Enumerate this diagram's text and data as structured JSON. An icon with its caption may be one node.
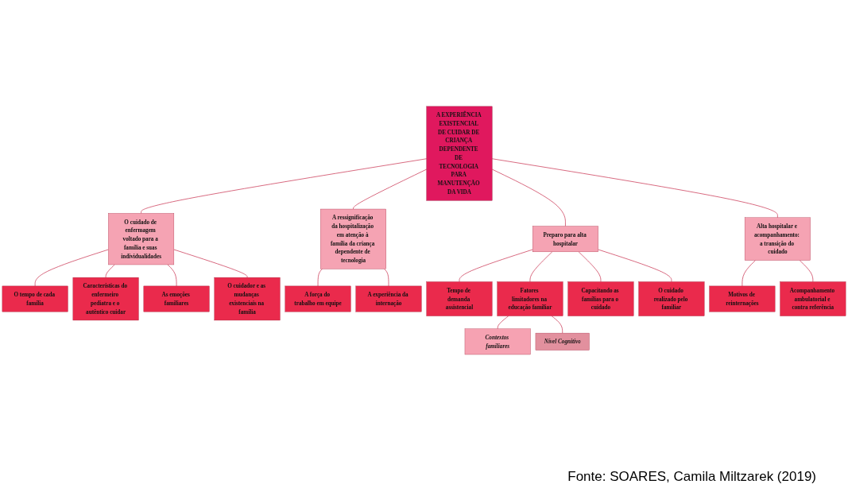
{
  "diagram": {
    "caption": "Fonte: SOARES, Camila Miltzarek (2019)",
    "nodes": [
      {
        "text": [
          "A EXPERIÊNCIA EXISTENCIAL DE CUIDAR DE CRIANÇA DEPENDENTE DE TECNOLOGIA PARA MANUTENÇÃO DA VIDA"
        ]
      },
      {
        "text": [
          "O cuidado de enfermagem voltado para a família e suas individualidades"
        ]
      },
      {
        "text": [
          "O tempo de cada família"
        ]
      },
      {
        "text": [
          "Características do enfermeiro pediatra e o autêntico cuidar"
        ]
      },
      {
        "text": [
          "As emoções familiares"
        ]
      },
      {
        "text": [
          "O cuidador e as mudanças existenciais na família"
        ]
      },
      {
        "text": [
          "A ressignificação da hospitalização em atenção à família da criança dependente de tecnologia"
        ]
      },
      {
        "text": [
          "A força do trabalho em equipe"
        ]
      },
      {
        "text": [
          "A experiência da internação"
        ]
      },
      {
        "text": [
          "Preparo para alta hospitalar"
        ]
      },
      {
        "text": [
          "Tempo de demanda assistencial"
        ]
      },
      {
        "text": [
          "Fatores limitadores na educação familiar"
        ]
      },
      {
        "text": [
          "Contextos familiares"
        ]
      },
      {
        "text": [
          "Nível Cognitivo"
        ]
      },
      {
        "text": [
          "Capacitando as famílias para o cuidado"
        ]
      },
      {
        "text": [
          "O cuidado realizado pelo familiar"
        ]
      },
      {
        "text": [
          "Alta hospitalar e acompanhamento: a transição do cuidado"
        ]
      },
      {
        "text": [
          "Motivos de reinternações"
        ]
      },
      {
        "text": [
          "Acompanhamento ambulatorial e contra referência"
        ]
      }
    ],
    "edges": [
      {
        "from": 0,
        "to": 1,
        "arrow": "none"
      },
      {
        "from": 1,
        "to": 2,
        "arrow": "none"
      },
      {
        "from": 1,
        "to": 3,
        "arrow": "none"
      },
      {
        "from": 1,
        "to": 4,
        "arrow": "none"
      },
      {
        "from": 1,
        "to": 5,
        "arrow": "none"
      },
      {
        "from": 0,
        "to": 6,
        "arrow": "none"
      },
      {
        "from": 6,
        "to": 7,
        "arrow": "none"
      },
      {
        "from": 6,
        "to": 8,
        "arrow": "none"
      },
      {
        "from": 0,
        "to": 9,
        "arrow": "none"
      },
      {
        "from": 9,
        "to": 10,
        "arrow": "none"
      },
      {
        "from": 9,
        "to": 11,
        "arrow": "none"
      },
      {
        "from": 11,
        "to": 12,
        "arrow": "none"
      },
      {
        "from": 11,
        "to": 13,
        "arrow": "none"
      },
      {
        "from": 9,
        "to": 14,
        "arrow": "none"
      },
      {
        "from": 9,
        "to": 15,
        "arrow": "none"
      },
      {
        "from": 0,
        "to": 16,
        "arrow": "none"
      },
      {
        "from": 16,
        "to": 17,
        "arrow": "none"
      },
      {
        "from": 16,
        "to": 18,
        "arrow": "none"
      }
    ]
  }
}
